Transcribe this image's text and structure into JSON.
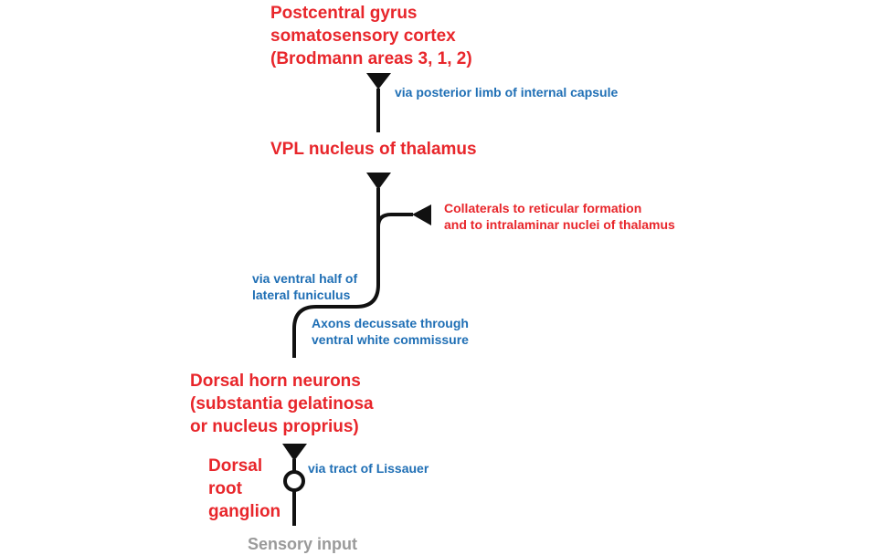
{
  "stations": {
    "cortex": [
      "Postcentral gyrus",
      "somatosensory cortex",
      "(Brodmann areas 3, 1, 2)"
    ],
    "thalamus": [
      "VPL nucleus of thalamus"
    ],
    "dorsal_horn": [
      "Dorsal horn neurons",
      "(substantia gelatinosa",
      "or nucleus proprius)"
    ],
    "drg": [
      "Dorsal",
      "root",
      "ganglion"
    ],
    "input": "Sensory input"
  },
  "routes": {
    "capsule": "via posterior limb of internal capsule",
    "funiculus": [
      "via ventral half of",
      "lateral funiculus"
    ],
    "decussate": [
      "Axons decussate through",
      "ventral white commissure"
    ],
    "lissauer": "via tract of Lissauer"
  },
  "collaterals": [
    "Collaterals to reticular formation",
    "and to intralaminar nuclei of thalamus"
  ],
  "colors": {
    "station": "#e8262b",
    "route": "#1f6fb5",
    "input": "#9a9a9a",
    "pathway": "#111111"
  }
}
